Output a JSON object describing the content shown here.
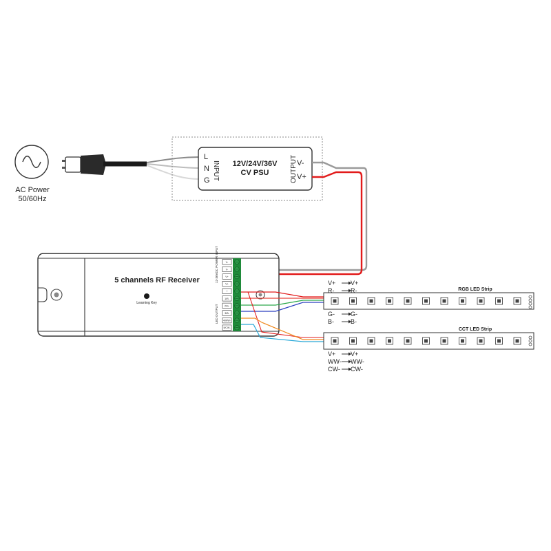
{
  "ac": {
    "line1": "AC Power",
    "line2": "50/60Hz"
  },
  "psu": {
    "title_line1": "12V/24V/36V",
    "title_line2": "CV PSU",
    "input_label": "INPUT",
    "output_label": "OUTPUT",
    "pins_in": [
      "L",
      "N",
      "G"
    ],
    "pins_out": [
      "V-",
      "V+"
    ]
  },
  "receiver": {
    "title": "5 channels RF Receiver",
    "learning_key": "Learning Key",
    "power_input_label": "12-36VDC POWER INPUT",
    "led_output_label": "LED OUTPUT",
    "terminals": [
      "V-",
      "V-",
      "V+",
      "V+",
      "+",
      "1/R-",
      "2/G-",
      "3/B-",
      "4/WW-",
      "5/CW-"
    ]
  },
  "rgb_strip": {
    "title": "RGB LED Strip",
    "top_mapping": [
      {
        "from": "V+",
        "to": "V+"
      },
      {
        "from": "R-",
        "to": "R-"
      }
    ],
    "bottom_mapping": [
      {
        "from": "G-",
        "to": "G-"
      },
      {
        "from": "B-",
        "to": "B-"
      }
    ]
  },
  "cct_strip": {
    "title": "CCT LED Strip",
    "mapping": [
      {
        "from": "V+",
        "to": "V+"
      },
      {
        "from": "WW-",
        "to": "WW-"
      },
      {
        "from": "CW-",
        "to": "CW-"
      }
    ]
  },
  "colors": {
    "positive_wire": "#e21b1b",
    "negative_wire": "#9a9a9a",
    "red_wire": "#e8443a",
    "green_wire": "#2aa84a",
    "blue_wire": "#2a3fbf",
    "warm_white_wire": "#f08a1e",
    "cool_white_wire": "#29a8d8",
    "terminal_green": "#1f8a3a"
  }
}
